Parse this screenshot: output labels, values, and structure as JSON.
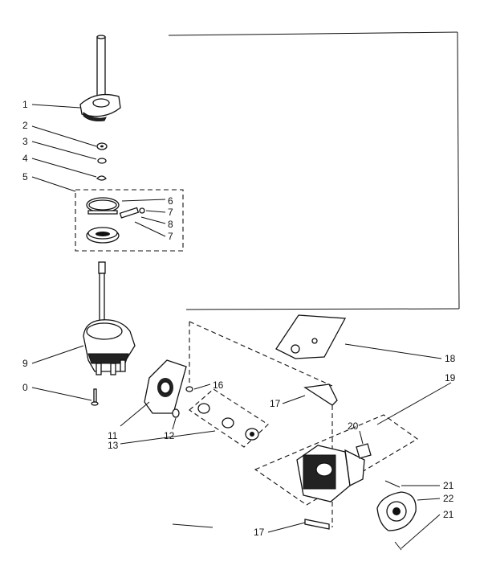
{
  "callouts": [
    {
      "id": "c1",
      "text": "1"
    },
    {
      "id": "c2",
      "text": "2"
    },
    {
      "id": "c3",
      "text": "3"
    },
    {
      "id": "c4",
      "text": "4"
    },
    {
      "id": "c5",
      "text": "5"
    },
    {
      "id": "c6",
      "text": "6"
    },
    {
      "id": "c7a",
      "text": "7"
    },
    {
      "id": "c8",
      "text": "8"
    },
    {
      "id": "c7b",
      "text": "7"
    },
    {
      "id": "c9",
      "text": "9"
    },
    {
      "id": "c0",
      "text": "0"
    },
    {
      "id": "c16",
      "text": "16"
    },
    {
      "id": "c17a",
      "text": "17"
    },
    {
      "id": "c11",
      "text": "11"
    },
    {
      "id": "c12",
      "text": "12"
    },
    {
      "id": "c13",
      "text": "13"
    },
    {
      "id": "c18",
      "text": "18"
    },
    {
      "id": "c19",
      "text": "19"
    },
    {
      "id": "c20",
      "text": "20"
    },
    {
      "id": "c21a",
      "text": "21"
    },
    {
      "id": "c22",
      "text": "22"
    },
    {
      "id": "c21b",
      "text": "21"
    },
    {
      "id": "c17b",
      "text": "17"
    }
  ]
}
